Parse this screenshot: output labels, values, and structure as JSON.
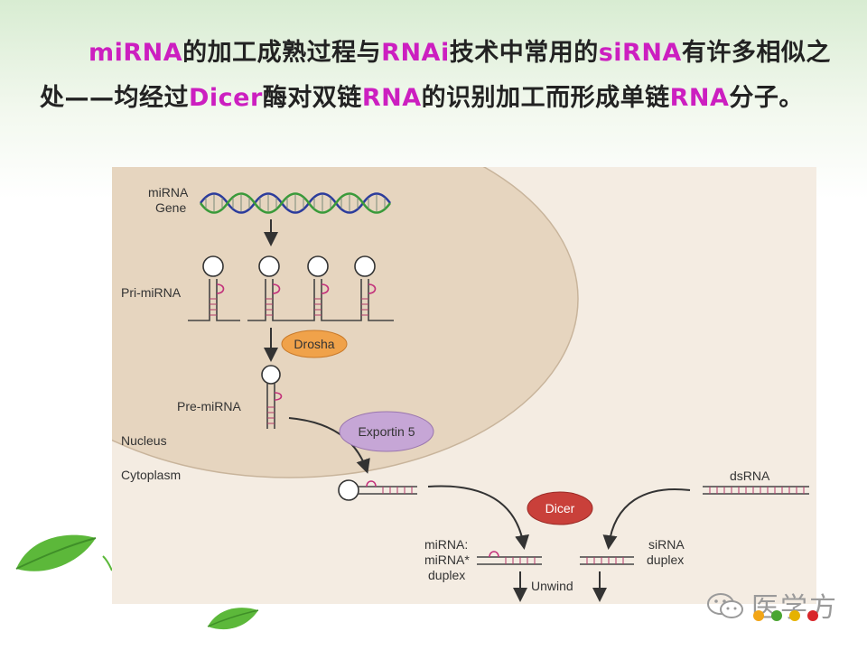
{
  "paragraph": {
    "seg1": "miRNA",
    "seg2": "的加工成熟过程与",
    "seg3": "RNAi",
    "seg4": "技术中常用的",
    "seg5": "siRNA",
    "seg6": "有许多相似之处——均经过",
    "seg7": "Dicer",
    "seg8": "酶对双链",
    "seg9": "RNA",
    "seg10": "的识别加工而形成单链",
    "seg11": "RNA",
    "seg12": "分子。"
  },
  "diagram": {
    "mirna_gene_l1": "miRNA",
    "mirna_gene_l2": "Gene",
    "pri_mirna": "Pri-miRNA",
    "drosha": "Drosha",
    "pre_mirna": "Pre-miRNA",
    "exportin": "Exportin 5",
    "nucleus": "Nucleus",
    "cytoplasm": "Cytoplasm",
    "dicer": "Dicer",
    "dsrna": "dsRNA",
    "duplex_l1": "miRNA:",
    "duplex_l2": "miRNA*",
    "duplex_l3": "duplex",
    "sirna_l1": "siRNA",
    "sirna_l2": "duplex",
    "unwind": "Unwind"
  },
  "watermark": {
    "text": "医学方",
    "icon": "wechat-icon",
    "dot_colors": [
      "#f2a516",
      "#4aa532",
      "#e6b200",
      "#d8262a"
    ]
  },
  "colors": {
    "highlight": "#cc1fc0",
    "nucleus_fill": "#e6d5bf",
    "cytoplasm_fill": "#f4ece2",
    "drosha_fill": "#f0a24a",
    "exportin_fill": "#c6a6d6",
    "dicer_fill": "#c9403a"
  }
}
